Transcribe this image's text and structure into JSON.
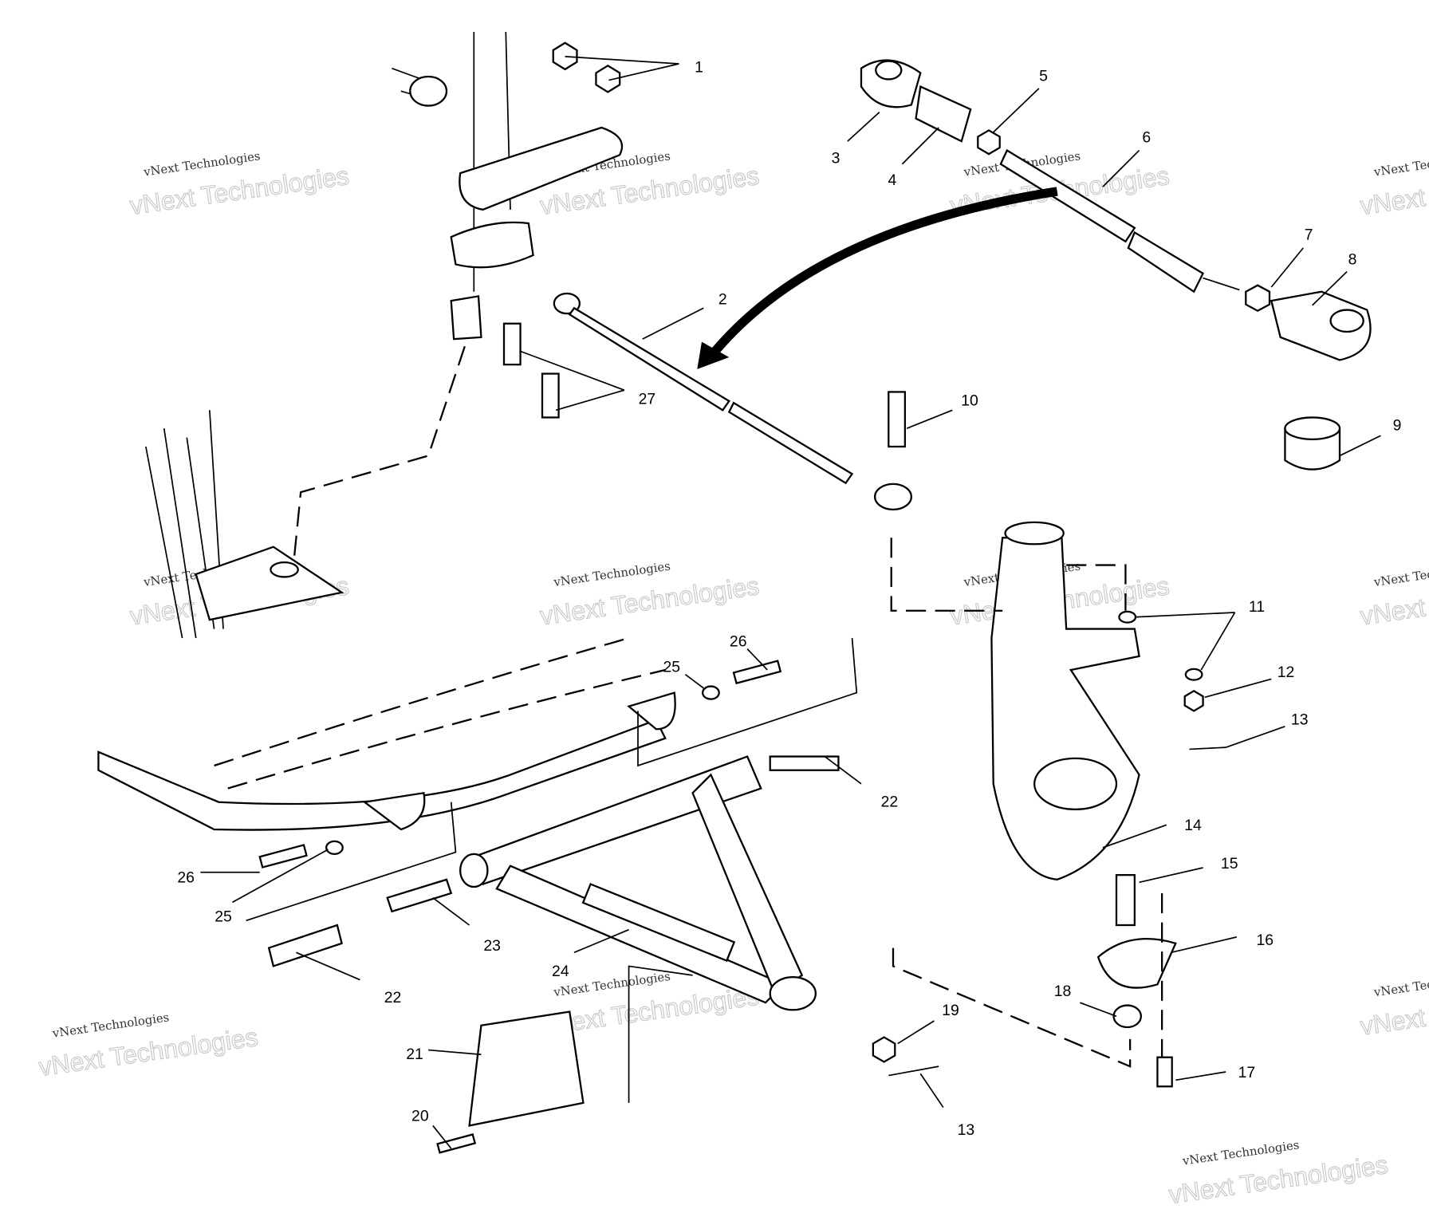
{
  "diagram": {
    "watermark": {
      "line1": "vNext Technologies",
      "line2": "vNext Technologies"
    },
    "callouts": [
      {
        "id": "1",
        "label": "1"
      },
      {
        "id": "2",
        "label": "2"
      },
      {
        "id": "3",
        "label": "3"
      },
      {
        "id": "4",
        "label": "4"
      },
      {
        "id": "5",
        "label": "5"
      },
      {
        "id": "6",
        "label": "6"
      },
      {
        "id": "7",
        "label": "7"
      },
      {
        "id": "8",
        "label": "8"
      },
      {
        "id": "9",
        "label": "9"
      },
      {
        "id": "10",
        "label": "10"
      },
      {
        "id": "11",
        "label": "11"
      },
      {
        "id": "12",
        "label": "12"
      },
      {
        "id": "13a",
        "label": "13"
      },
      {
        "id": "13b",
        "label": "13"
      },
      {
        "id": "14",
        "label": "14"
      },
      {
        "id": "15",
        "label": "15"
      },
      {
        "id": "16",
        "label": "16"
      },
      {
        "id": "17",
        "label": "17"
      },
      {
        "id": "18",
        "label": "18"
      },
      {
        "id": "19",
        "label": "19"
      },
      {
        "id": "20",
        "label": "20"
      },
      {
        "id": "21",
        "label": "21"
      },
      {
        "id": "22a",
        "label": "22"
      },
      {
        "id": "22b",
        "label": "22"
      },
      {
        "id": "23",
        "label": "23"
      },
      {
        "id": "24",
        "label": "24"
      },
      {
        "id": "25a",
        "label": "25"
      },
      {
        "id": "25b",
        "label": "25"
      },
      {
        "id": "26a",
        "label": "26"
      },
      {
        "id": "26b",
        "label": "26"
      },
      {
        "id": "27",
        "label": "27"
      }
    ]
  }
}
